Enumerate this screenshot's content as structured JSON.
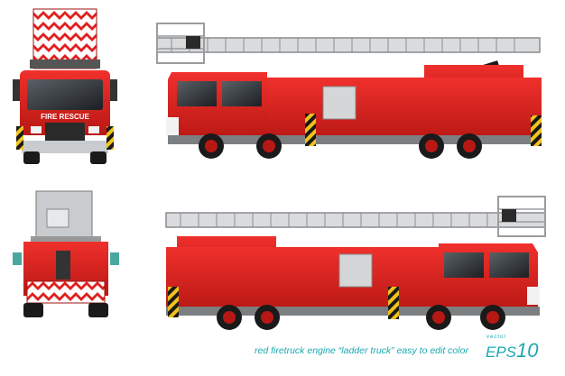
{
  "colors": {
    "red": "#e0201e",
    "dark_red": "#9c1410",
    "grey": "#8a8d90",
    "light_grey": "#d9dbdd",
    "black": "#1a1a1a",
    "caption": "#1aa8b0"
  },
  "front_view": {
    "plate_text": "FIRE RESCUE"
  },
  "caption": {
    "text": "red firetruck engine “ladder truck” easy to edit color"
  },
  "badge": {
    "small": "vector",
    "format": "EPS",
    "version": "10"
  }
}
